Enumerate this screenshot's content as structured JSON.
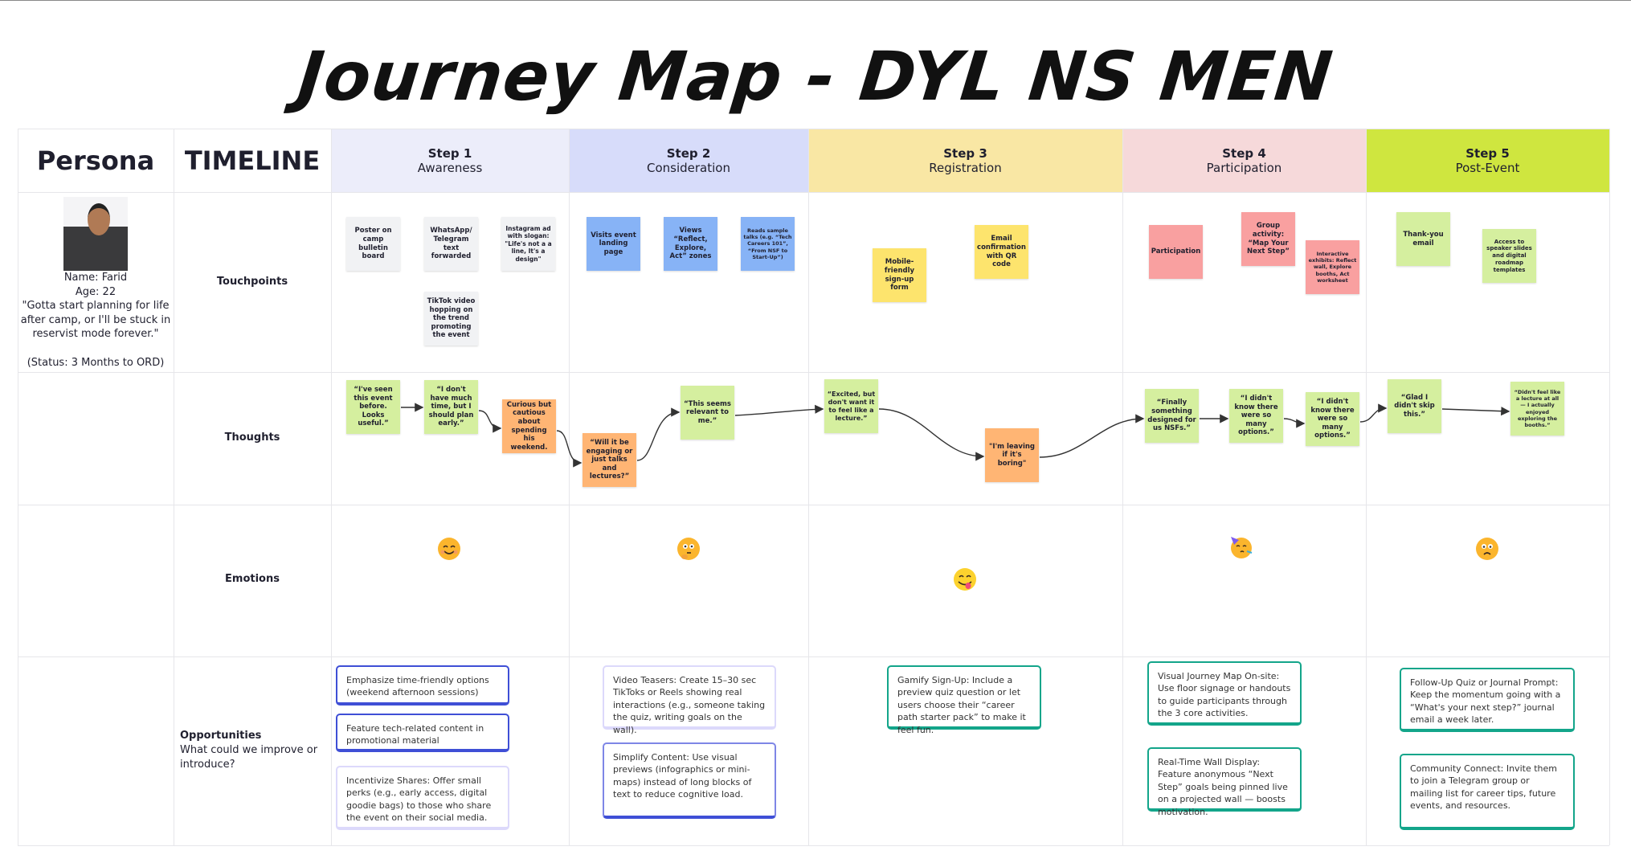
{
  "title": "Journey Map - DYL NS MEN",
  "header": {
    "persona": "Persona",
    "timeline": "TIMELINE",
    "steps": [
      {
        "step": "Step 1",
        "name": "Awareness",
        "color": "#ecedfa"
      },
      {
        "step": "Step 2",
        "name": "Consideration",
        "color": "#d7dcfa"
      },
      {
        "step": "Step 3",
        "name": "Registration",
        "color": "#f9e7a4"
      },
      {
        "step": "Step 4",
        "name": "Participation",
        "color": "#f6d9da"
      },
      {
        "step": "Step 5",
        "name": "Post-Event",
        "color": "#cfe63f"
      }
    ]
  },
  "persona": {
    "name": "Name: Farid",
    "age": "Age: 22",
    "quote": "\"Gotta start planning for life after camp, or I'll be stuck in reservist mode forever.\"",
    "status": "(Status: 3 Months to ORD)"
  },
  "rows": {
    "touchpoints": "Touchpoints",
    "thoughts": "Thoughts",
    "emotions": "Emotions",
    "opportunities_title": "Opportunities",
    "opportunities_sub": "What could we improve or introduce?"
  },
  "touchpoints": [
    "Poster on camp bulletin board",
    "WhatsApp/ Telegram text forwarded",
    "Instagram ad with slogan: \"Life's not a a line, It's a design\"",
    "TikTok video hopping on the trend promoting the event",
    "Visits event landing page",
    "Views “Reflect, Explore, Act” zones",
    "Reads sample talks (e.g. “Tech Careers 101”, “From NSF to Start-Up”)",
    "Mobile-friendly sign-up form",
    "Email confirmation with QR code",
    "Participation",
    "Group activity: “Map Your Next Step”",
    "Interactive exhibits: Reflect wall, Explore booths, Act worksheet",
    "Thank-you email",
    "Access to speaker slides and digital roadmap templates"
  ],
  "thoughts": [
    "“I've seen this event before. Looks useful.”",
    "“I don't have much time, but I should plan early.”",
    "Curious but cautious about spending his weekend.",
    "“Will it be engaging or just talks and lectures?”",
    "“This seems relevant to me.”",
    "“Excited, but don't want it to feel like a lecture.”",
    "\"I'm leaving if it's boring\"",
    "“Finally something designed for us NSFs.”",
    "“I didn't know there were so many options.”",
    "“I didn't know there were so many options.”",
    "“Glad I didn't skip this.”",
    "“Didn't feel like a lecture at all — I actually enjoyed exploring the booths.”"
  ],
  "emotions": [
    "smiling-face",
    "thinking-face",
    "face-savoring-food",
    "partying-face",
    "worried-face"
  ],
  "opportunities": [
    "Emphasize time-friendly options (weekend afternoon sessions)",
    "Feature tech-related content in promotional material",
    "Incentivize Shares: Offer small perks (e.g., early access, digital goodie bags) to those who share the event on their social media.",
    "Video Teasers: Create 15–30 sec TikToks or Reels showing real interactions (e.g., someone taking the quiz, writing goals on the wall).",
    "Simplify Content: Use visual previews (infographics or mini-maps) instead of long blocks of text to reduce cognitive load.",
    "Gamify Sign-Up: Include a preview quiz question or let users choose their “career path starter pack” to make it feel fun.",
    "Visual Journey Map On-site: Use floor signage or handouts to guide participants through the 3 core activities.",
    "Real-Time Wall Display: Feature anonymous “Next Step” goals being pinned live on a projected wall — boosts motivation.",
    "Follow-Up Quiz or Journal Prompt: Keep the momentum going with a “What's your next step?” journal email a week later.",
    "Community Connect: Invite them to join a Telegram group or mailing list for career tips, future events, and resources."
  ]
}
